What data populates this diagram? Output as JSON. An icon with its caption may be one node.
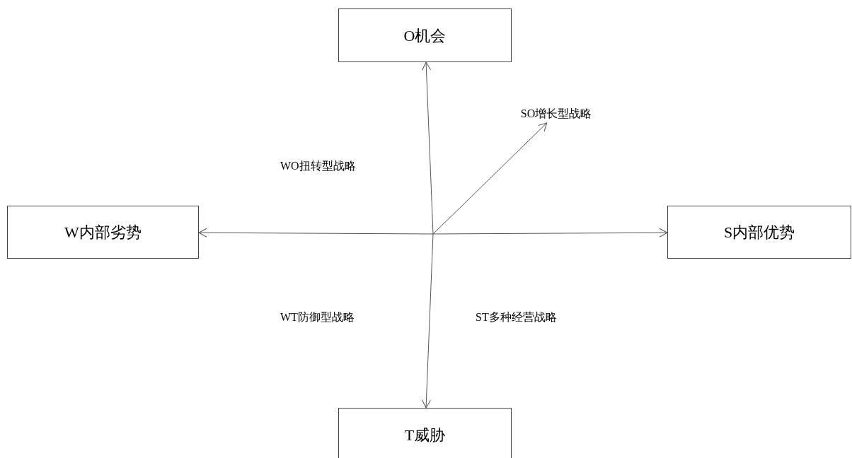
{
  "diagram": {
    "nodes": [
      {
        "text": [
          "O机会"
        ]
      },
      {
        "text": [
          "SO增长型战略"
        ]
      },
      {
        "text": [
          "W内部劣势"
        ]
      },
      {
        "text": [
          "S内部优势"
        ]
      },
      {
        "text": [
          "T威胁"
        ]
      }
    ],
    "edges": [
      {
        "from": null,
        "to": 0,
        "arrow": "to"
      },
      {
        "from": null,
        "to": 1,
        "arrow": "to"
      },
      {
        "from": null,
        "to": 2,
        "arrow": "to"
      },
      {
        "from": null,
        "to": 3,
        "arrow": "to"
      },
      {
        "from": null,
        "to": 4,
        "arrow": "to"
      }
    ],
    "labels": [
      "WO扭转型战略",
      "WT防御型战略",
      "ST多种经营战略"
    ]
  }
}
